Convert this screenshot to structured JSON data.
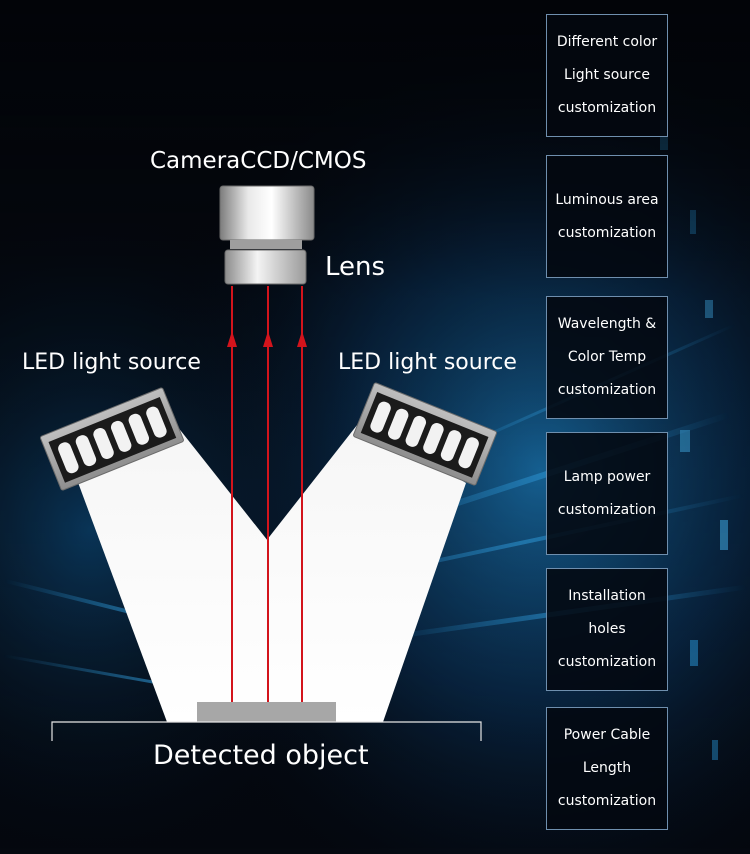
{
  "labels": {
    "camera": "CameraCCD/CMOS",
    "lens": "Lens",
    "led_left": "LED light source",
    "led_right": "LED light source",
    "object": "Detected object"
  },
  "features": [
    {
      "lines": [
        "Different color",
        "Light source",
        "customization"
      ]
    },
    {
      "lines": [
        "Luminous area",
        "customization"
      ]
    },
    {
      "lines": [
        "Wavelength &",
        "Color  Temp",
        "customization"
      ]
    },
    {
      "lines": [
        "Lamp power",
        "customization"
      ]
    },
    {
      "lines": [
        "Installation",
        "holes",
        "customization"
      ]
    },
    {
      "lines": [
        "Power Cable",
        "Length",
        "customization"
      ]
    }
  ],
  "colors": {
    "ray": "#d3141c",
    "box_border": "#6f8fae",
    "text": "#ffffff",
    "accent": "#1aa6ee"
  }
}
